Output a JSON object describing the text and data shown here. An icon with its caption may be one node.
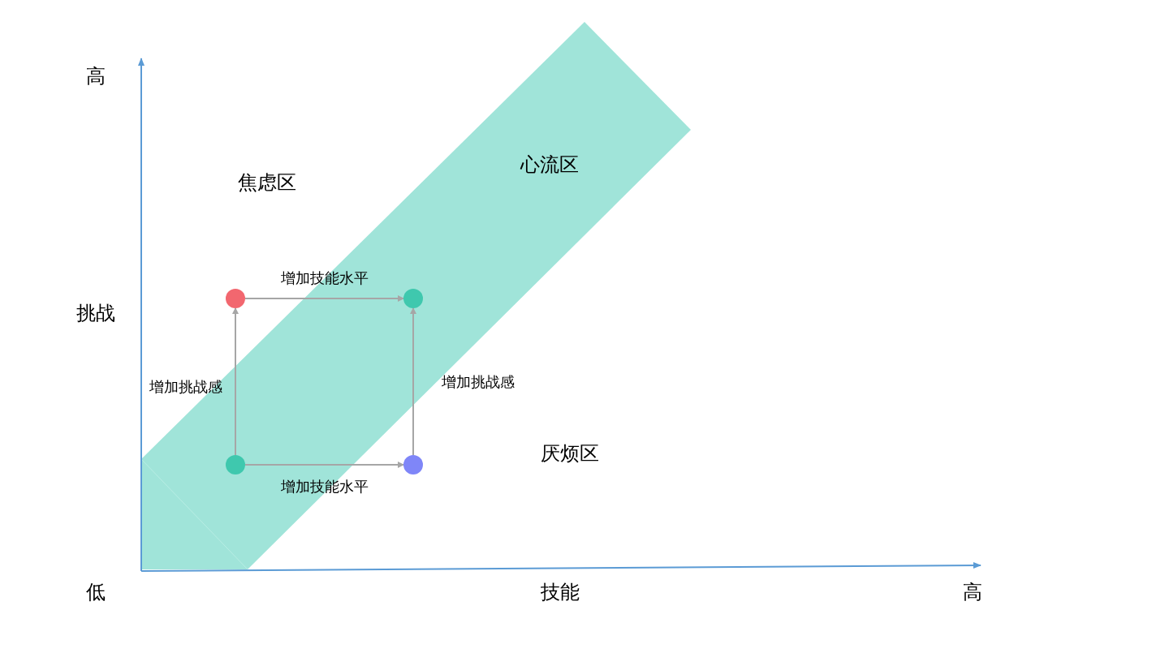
{
  "diagram": {
    "nodes": [
      {
        "text": [],
        "shape": "circle"
      },
      {
        "text": [],
        "shape": "circle"
      },
      {
        "text": [],
        "shape": "circle"
      },
      {
        "text": [],
        "shape": "circle"
      }
    ],
    "edges": [
      {
        "from": 0,
        "to": 1,
        "arrow": "to",
        "label": "增加技能水平"
      },
      {
        "from": 2,
        "to": 0,
        "arrow": "to",
        "label": "增加挑战感"
      },
      {
        "from": 3,
        "to": 1,
        "arrow": "to",
        "label": "增加挑战感"
      },
      {
        "from": 2,
        "to": 3,
        "arrow": "to",
        "label": "增加技能水平"
      }
    ],
    "labels": [
      "高",
      "心流区",
      "焦虑区",
      "挑战",
      "厌烦区",
      "低",
      "技能",
      "高"
    ]
  }
}
